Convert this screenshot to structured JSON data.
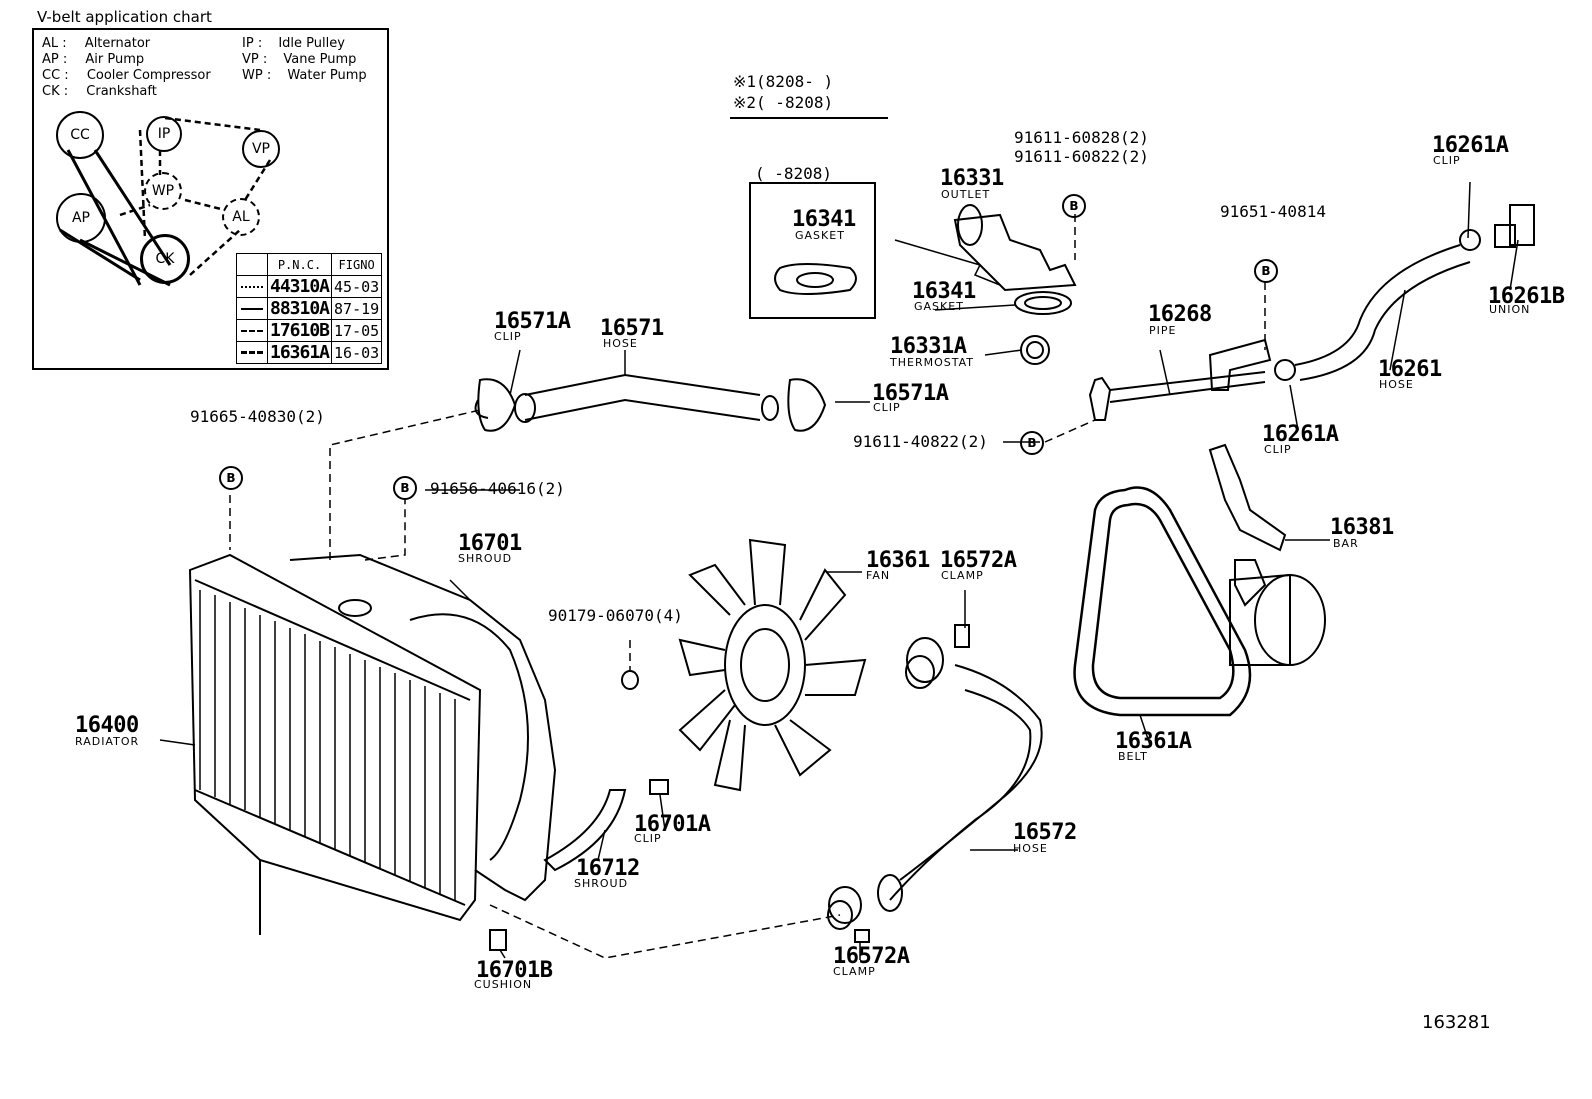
{
  "belt_chart": {
    "title": "V-belt application chart",
    "legend": [
      {
        "abbr": "AL",
        "name": "Alternator"
      },
      {
        "abbr": "AP",
        "name": "Air Pump"
      },
      {
        "abbr": "CC",
        "name": "Cooler Compressor"
      },
      {
        "abbr": "CK",
        "name": "Crankshaft"
      },
      {
        "abbr": "IP",
        "name": "Idle Pulley"
      },
      {
        "abbr": "VP",
        "name": "Vane Pump"
      },
      {
        "abbr": "WP",
        "name": "Water Pump"
      }
    ],
    "table_headers": [
      "P.N.C.",
      "FIGNO"
    ],
    "table_rows": [
      {
        "pnc": "44310A",
        "fig": "45-03"
      },
      {
        "pnc": "88310A",
        "fig": "87-19"
      },
      {
        "pnc": "17610B",
        "fig": "17-05"
      },
      {
        "pnc": "16361A",
        "fig": "16-03"
      }
    ]
  },
  "notes": {
    "note1": "※1(8208-     )",
    "note2": "※2(      -8208)",
    "gasket_range": "(      -8208)"
  },
  "bolt_symbol": "B",
  "parts": {
    "p16331": {
      "num": "16331",
      "name": "OUTLET"
    },
    "p16341a": {
      "num": "16341",
      "name": "GASKET"
    },
    "p16341b": {
      "num": "16341",
      "name": "GASKET"
    },
    "p16331A": {
      "num": "16331A",
      "name": "THERMOSTAT"
    },
    "p16261A_top": {
      "num": "16261A",
      "name": "CLIP"
    },
    "p16261B": {
      "num": "16261B",
      "name": "UNION"
    },
    "p16268": {
      "num": "16268",
      "name": "PIPE"
    },
    "p16261": {
      "num": "16261",
      "name": "HOSE"
    },
    "p16261A_bot": {
      "num": "16261A",
      "name": "CLIP"
    },
    "p16571A_left": {
      "num": "16571A",
      "name": "CLIP"
    },
    "p16571": {
      "num": "16571",
      "name": "HOSE"
    },
    "p16571A_right": {
      "num": "16571A",
      "name": "CLIP"
    },
    "p16381": {
      "num": "16381",
      "name": "BAR"
    },
    "p16701": {
      "num": "16701",
      "name": "SHROUD"
    },
    "p16361": {
      "num": "16361",
      "name": "FAN"
    },
    "p16572A_top": {
      "num": "16572A",
      "name": "CLAMP"
    },
    "p16400": {
      "num": "16400",
      "name": "RADIATOR"
    },
    "p16361A": {
      "num": "16361A",
      "name": "BELT"
    },
    "p16701A": {
      "num": "16701A",
      "name": "CLIP"
    },
    "p16572": {
      "num": "16572",
      "name": "HOSE"
    },
    "p16712": {
      "num": "16712",
      "name": "SHROUD"
    },
    "p16701B": {
      "num": "16701B",
      "name": "CUSHION"
    },
    "p16572A_bot": {
      "num": "16572A",
      "name": "CLAMP"
    }
  },
  "refs": {
    "r1": "91611-60828(2)",
    "r2": "91611-60822(2)",
    "r3": "91651-40814",
    "r4": "91611-40822(2)",
    "r5": "91665-40830(2)",
    "r6": "91656-40616(2)",
    "r7": "90179-06070(4)"
  },
  "illustration_id": "163281"
}
